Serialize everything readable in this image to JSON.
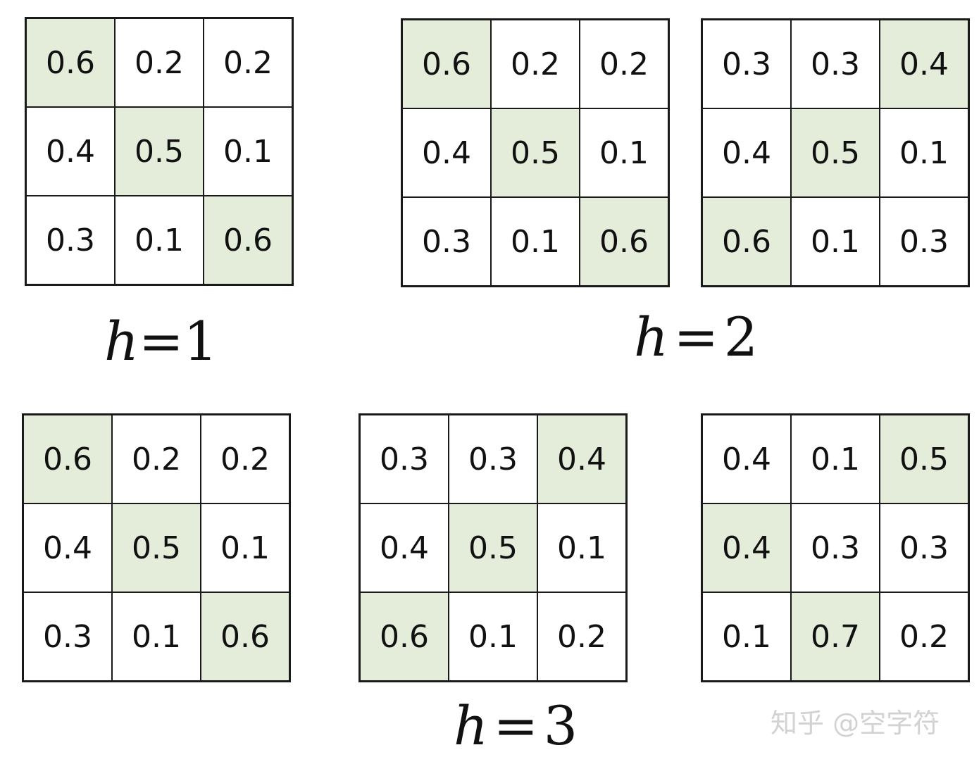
{
  "grids": [
    {
      "cells": [
        [
          "0.6",
          "0.2",
          "0.2"
        ],
        [
          "0.4",
          "0.5",
          "0.1"
        ],
        [
          "0.3",
          "0.1",
          "0.6"
        ]
      ],
      "highlighted": [
        [
          0,
          0
        ],
        [
          1,
          1
        ],
        [
          2,
          2
        ]
      ]
    },
    {
      "cells": [
        [
          "0.6",
          "0.2",
          "0.2"
        ],
        [
          "0.4",
          "0.5",
          "0.1"
        ],
        [
          "0.3",
          "0.1",
          "0.6"
        ]
      ],
      "highlighted": [
        [
          0,
          0
        ],
        [
          1,
          1
        ],
        [
          2,
          2
        ]
      ]
    },
    {
      "cells": [
        [
          "0.3",
          "0.3",
          "0.4"
        ],
        [
          "0.4",
          "0.5",
          "0.1"
        ],
        [
          "0.6",
          "0.1",
          "0.3"
        ]
      ],
      "highlighted": [
        [
          0,
          2
        ],
        [
          1,
          1
        ],
        [
          2,
          0
        ]
      ]
    },
    {
      "cells": [
        [
          "0.6",
          "0.2",
          "0.2"
        ],
        [
          "0.4",
          "0.5",
          "0.1"
        ],
        [
          "0.3",
          "0.1",
          "0.6"
        ]
      ],
      "highlighted": [
        [
          0,
          0
        ],
        [
          1,
          1
        ],
        [
          2,
          2
        ]
      ]
    },
    {
      "cells": [
        [
          "0.3",
          "0.3",
          "0.4"
        ],
        [
          "0.4",
          "0.5",
          "0.1"
        ],
        [
          "0.6",
          "0.1",
          "0.2"
        ]
      ],
      "highlighted": [
        [
          0,
          2
        ],
        [
          1,
          1
        ],
        [
          2,
          0
        ]
      ]
    },
    {
      "cells": [
        [
          "0.4",
          "0.1",
          "0.5"
        ],
        [
          "0.4",
          "0.3",
          "0.3"
        ],
        [
          "0.1",
          "0.7",
          "0.2"
        ]
      ],
      "highlighted": [
        [
          0,
          2
        ],
        [
          1,
          0
        ],
        [
          2,
          1
        ]
      ]
    }
  ],
  "captions": [
    {
      "var": "h",
      "eq": "=",
      "value": "1"
    },
    {
      "var": "h",
      "eq": "=",
      "value": "2"
    },
    {
      "var": "h",
      "eq": "=",
      "value": "3"
    }
  ],
  "watermark": "知乎 @空字符",
  "colors": {
    "highlight": "#e3edd9",
    "border": "#1a1a1a",
    "background": "#ffffff"
  }
}
